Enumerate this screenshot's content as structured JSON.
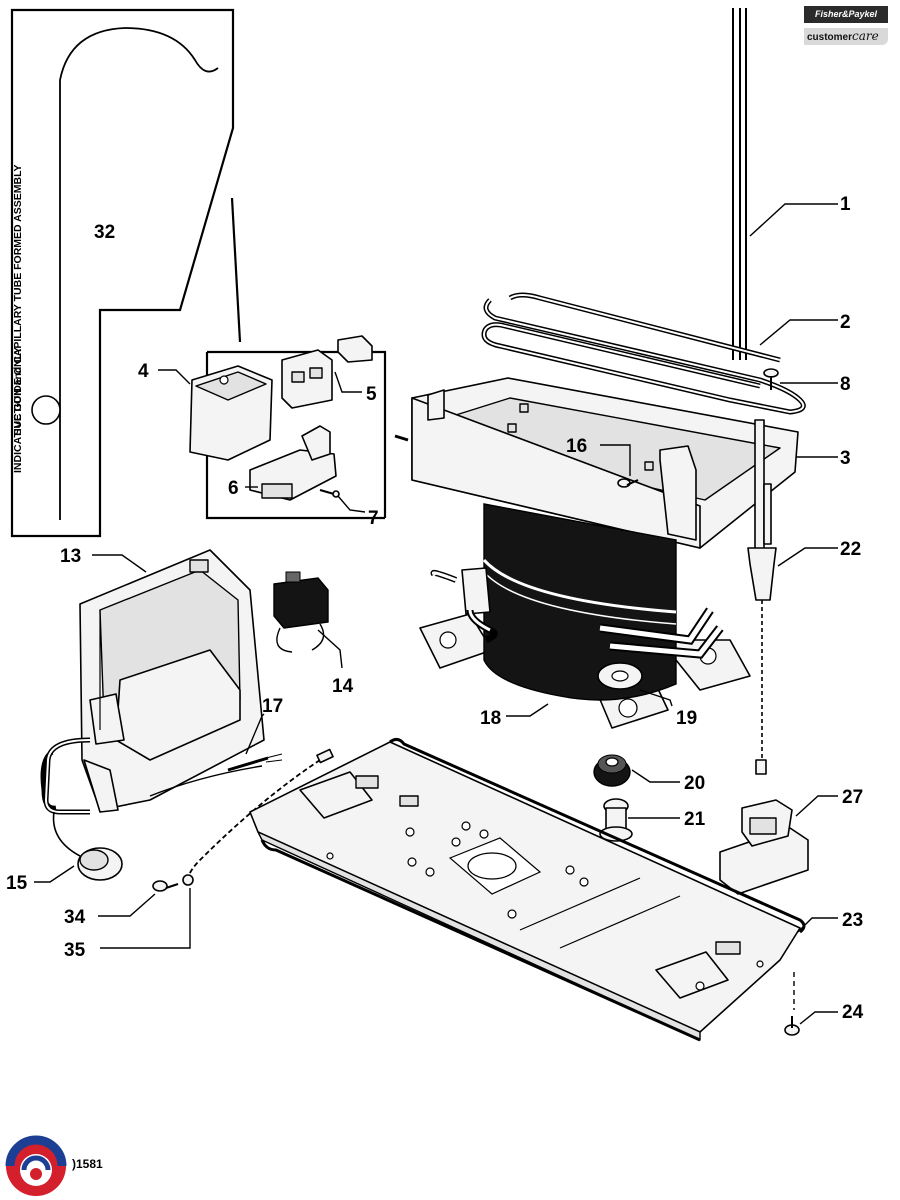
{
  "brand": {
    "badge_text": "Fisher&Paykel",
    "care_prefix": "customer",
    "care_suffix": "care"
  },
  "guide_box": {
    "title": "SUCTION and CAPILLARY TUBE FORMED ASSEMBLY",
    "note": "INDICATIVE GUIDE ONLY"
  },
  "doc_number": ")1581",
  "part_labels": {
    "p1": "1",
    "p2": "2",
    "p3": "3",
    "p4": "4",
    "p5": "5",
    "p6": "6",
    "p7": "7",
    "p8": "8",
    "p13": "13",
    "p14": "14",
    "p15": "15",
    "p16": "16",
    "p17": "17",
    "p18": "18",
    "p19": "19",
    "p20": "20",
    "p21": "21",
    "p22": "22",
    "p23": "23",
    "p24": "24",
    "p27": "27",
    "p32": "32",
    "p34": "34",
    "p35": "35"
  },
  "colors": {
    "logo_red": "#d4202c",
    "logo_blue": "#1c3f94"
  }
}
